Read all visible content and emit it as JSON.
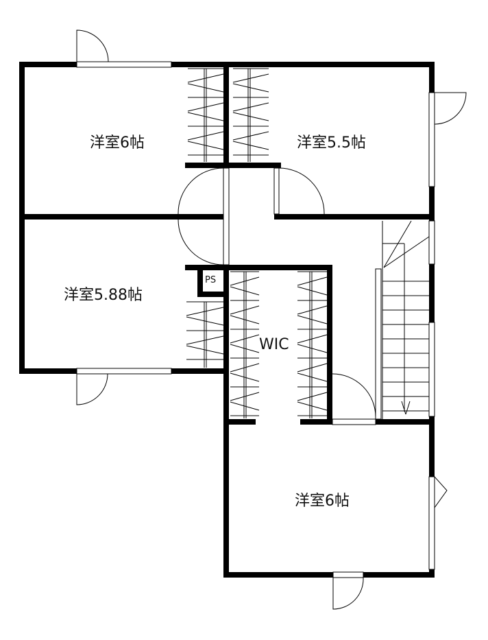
{
  "title": "2F floor plan",
  "rooms": {
    "western_top_left": "洋室6帖",
    "western_top_right": "洋室5.5帖",
    "western_mid_left": "洋室5.88帖",
    "walk_in_closet": "WIC",
    "pipe_space": "PS",
    "western_bottom": "洋室6帖"
  }
}
